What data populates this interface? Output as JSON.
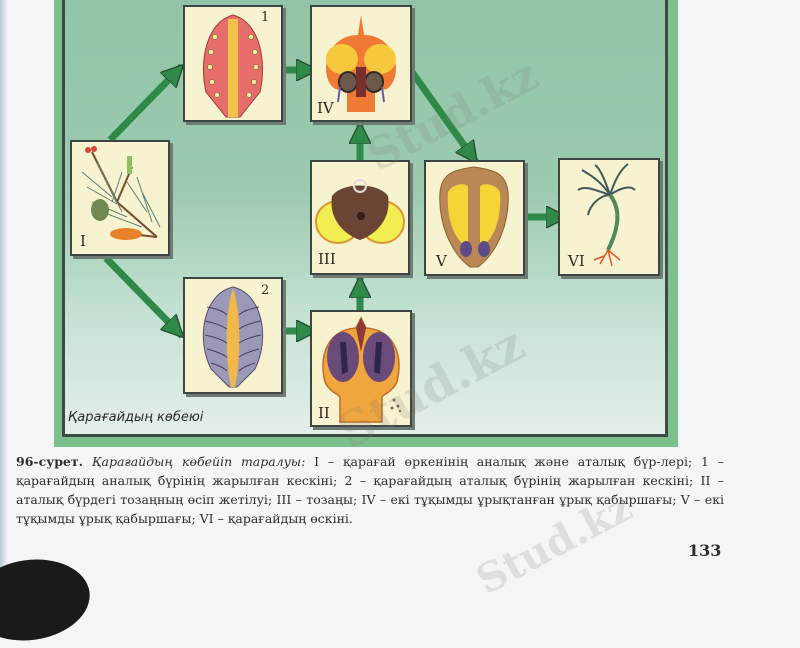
{
  "figure": {
    "panel_caption": "Қарағайдың көбеюі",
    "colors": {
      "panel_green": "#7cc08e",
      "box_fill": "#f7f2cf",
      "arrow_green": "#2f8a4a",
      "border_dark": "#3c4541"
    },
    "boxes": [
      {
        "id": "I",
        "label": "I",
        "depicts": "pine-shoot-with-cones"
      },
      {
        "id": "1",
        "label": "1",
        "depicts": "female-cone-section"
      },
      {
        "id": "2",
        "label": "2",
        "depicts": "male-cone-section"
      },
      {
        "id": "II",
        "label": "II",
        "depicts": "pollen-development"
      },
      {
        "id": "III",
        "label": "III",
        "depicts": "pollen-grain"
      },
      {
        "id": "IV",
        "label": "IV",
        "depicts": "fertilized-ovule"
      },
      {
        "id": "V",
        "label": "V",
        "depicts": "two-seed-scale"
      },
      {
        "id": "VI",
        "label": "VI",
        "depicts": "pine-seedling"
      }
    ],
    "arrows": [
      {
        "from": "I",
        "to": "1"
      },
      {
        "from": "I",
        "to": "2"
      },
      {
        "from": "1",
        "to": "IV"
      },
      {
        "from": "2",
        "to": "II"
      },
      {
        "from": "II",
        "to": "III"
      },
      {
        "from": "III",
        "to": "IV"
      },
      {
        "from": "IV",
        "to": "V"
      },
      {
        "from": "V",
        "to": "VI"
      }
    ]
  },
  "caption": {
    "number": "96-сурет.",
    "title": "Қарағайдың көбейіп таралуы:",
    "text": "I – қарағай өркенінің аналық және аталық бүр-лері; 1 – қарағайдың аналық бүрінің жарылған кескіні; 2 – қарағайдың аталық бүрінің жарылған кескіні; II – аталық бүрдегі тозаңның өсіп жетілуі; III – тозаңы; IV – екі тұқымды ұрықтанған ұрық қабыршағы; V – екі тұқымды ұрық қабыршағы; VI – қарағайдың өскіні."
  },
  "page_number": "133",
  "watermarks": [
    "Stud.kz",
    "Stud.kz",
    "Stud.kz"
  ]
}
